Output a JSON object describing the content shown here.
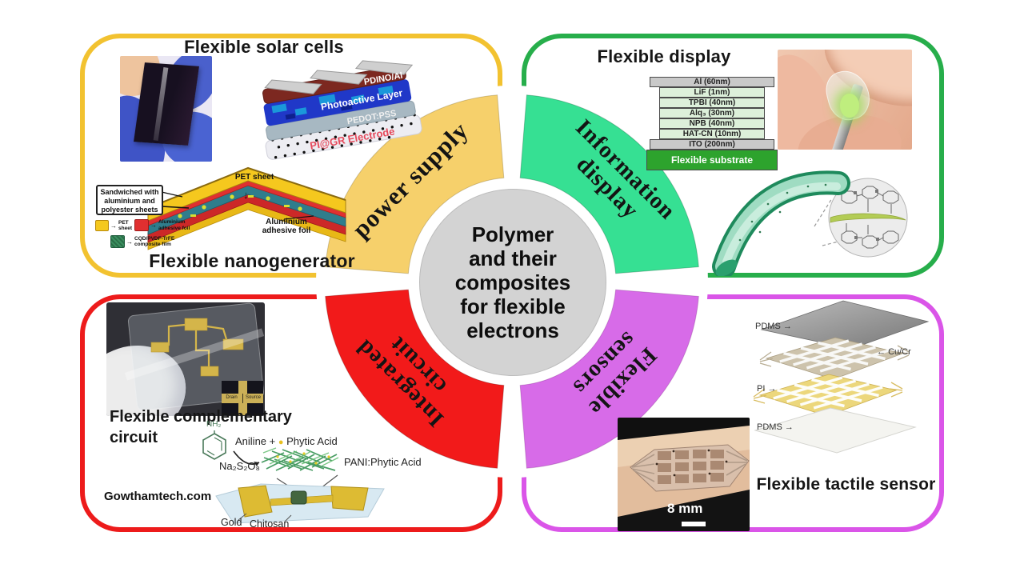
{
  "watermark": "Gowthamtech.com",
  "icons": {
    "arrow_right": "→",
    "arrow_left": "←",
    "arrow_down": "↓",
    "bullet": "●"
  },
  "colors": {
    "frame_yellow": "#F2C230",
    "frame_green": "#27AE4B",
    "frame_red": "#ED1B1B",
    "frame_magenta": "#DA55E8",
    "arc_yellow": "#F6D06B",
    "arc_green": "#36E093",
    "arc_red": "#F21A1A",
    "arc_magenta": "#D76BE8",
    "center_gray": "#D3D3D3"
  },
  "center_circle": {
    "lines": [
      "Polymer",
      "and their",
      "composites",
      "for flexible",
      "electrons"
    ]
  },
  "ring_labels": {
    "power_supply": "power supply",
    "information_1": "Information",
    "information_2": "display",
    "integrated_1": "Integrated",
    "integrated_2": "circuit",
    "sensors_1": "Flexible",
    "sensors_2": "sensors"
  },
  "solar": {
    "title": "Flexible solar cells",
    "layers": [
      "PDINO/Al",
      "Photoactive Layer",
      "PEDOT:PSS",
      "PI@GR Electrode"
    ]
  },
  "nanogenerator": {
    "title": "Flexible nanogenerator",
    "callout_box": "Sandwiched with aluminium and polyester sheets",
    "label_pet": "PET sheet",
    "label_foil": "Aluminium adhesive foil",
    "legend": [
      {
        "label": "PET sheet"
      },
      {
        "label": "Aluminium adhesive foil"
      },
      {
        "label": "CQD/PVDF-TrFE composite film"
      }
    ]
  },
  "display": {
    "title": "Flexible display",
    "stack": [
      {
        "label": "Al (60nm)"
      },
      {
        "label": "LiF (1nm)"
      },
      {
        "label": "TPBI (40nm)"
      },
      {
        "label": "Alq₃ (30nm)"
      },
      {
        "label": "NPB (40nm)"
      },
      {
        "label": "HAT-CN (10nm)"
      },
      {
        "label": "ITO (200nm)"
      },
      {
        "label": "Flexible substrate"
      }
    ]
  },
  "circuit": {
    "title_1": "Flexible complementary",
    "title_2": "circuit",
    "inset_drain": "Drain",
    "inset_source": "Source",
    "chem": {
      "nh2": "NH₂",
      "aniline": "Aniline +",
      "phytic": "Phytic Acid",
      "oxidant": "Na₂S₂O₈",
      "product": "PANI:Phytic Acid",
      "gold": "Gold",
      "chitosan": "Chitosan"
    }
  },
  "tactile": {
    "title": "Flexible tactile sensor",
    "pdms_top": "PDMS",
    "cucr": "Cu/Cr",
    "pi": "PI",
    "pdms_bottom": "PDMS",
    "scale_bar": "8 mm"
  }
}
